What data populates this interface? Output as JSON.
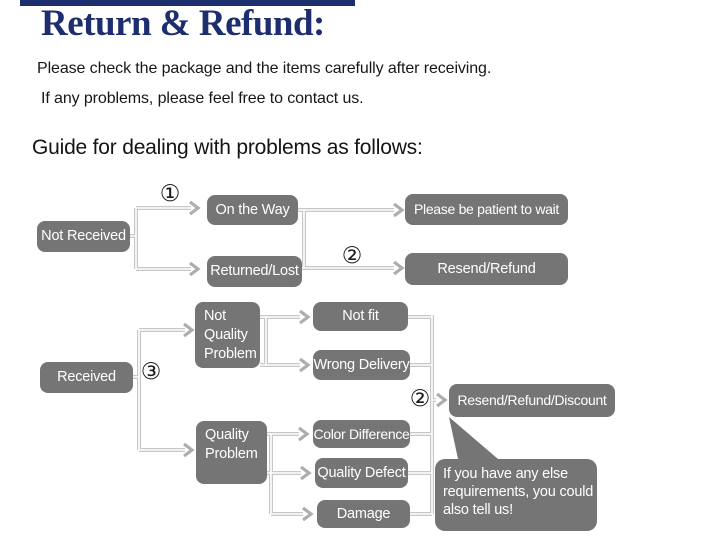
{
  "header": {
    "title": "Return & Refund:",
    "intro_line1": "Please check the package and the items carefully after receiving.",
    "intro_line2": "If any problems, please feel free to contact us.",
    "guide_heading": "Guide for dealing with problems as follows:"
  },
  "colors": {
    "title_navy": "#1d2e6f",
    "top_bar": "#1d2e6f",
    "box_gray": "#757575",
    "box_text": "#ffffff",
    "connector_line": "#c7c7c7",
    "arrowhead": "#adadad",
    "body_text": "#171717"
  },
  "flowchart": {
    "markers": [
      "①",
      "②",
      "③",
      "②"
    ],
    "nodes": {
      "not_received": "Not Received",
      "on_the_way": "On the Way",
      "returned_lost": "Returned/Lost",
      "be_patient": "Please be patient to wait",
      "resend_refund": "Resend/Refund",
      "received": "Received",
      "not_quality_problem": "Not Quality Problem",
      "not_fit": "Not fit",
      "wrong_delivery": "Wrong Delivery",
      "quality_problem": "Quality Problem",
      "color_difference": "Color Difference",
      "quality_defect": "Quality Defect",
      "damage": "Damage",
      "resend_refund_discount": "Resend/Refund/Discount"
    },
    "bubble": {
      "line1": "If you have any else",
      "line2": "requirements, you could",
      "line3": "also tell us!"
    }
  }
}
